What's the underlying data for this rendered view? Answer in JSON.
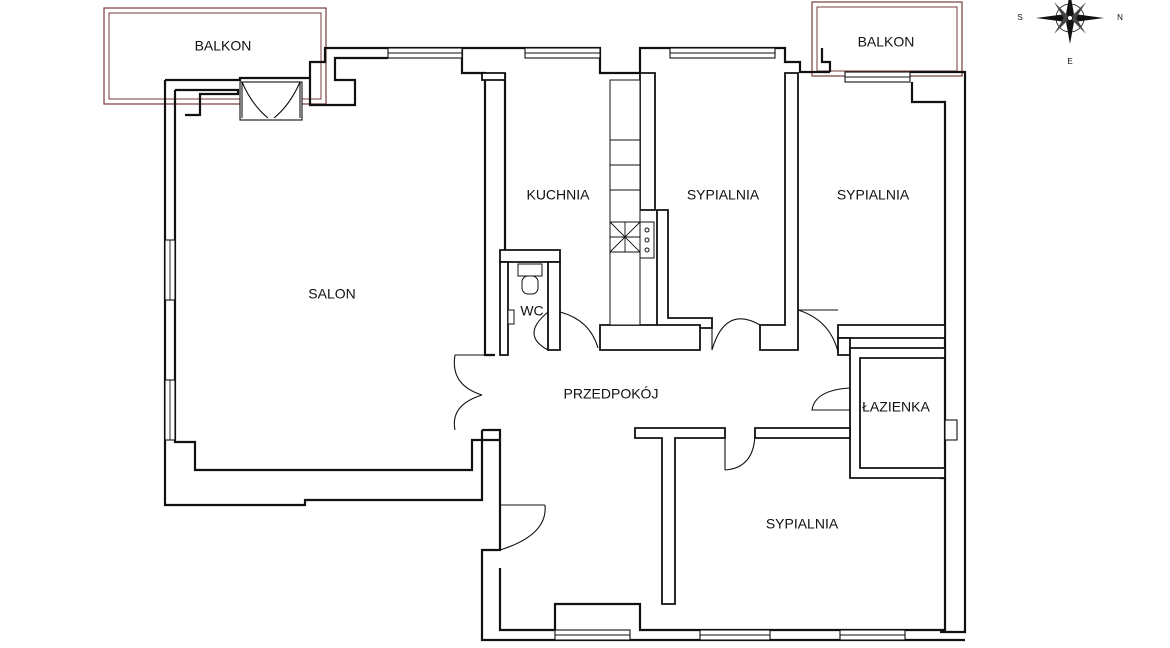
{
  "rooms": {
    "balkon_left": "BALKON",
    "balkon_right": "BALKON",
    "salon": "SALON",
    "kuchnia": "KUCHNIA",
    "wc": "WC",
    "sypialnia_1": "SYPIALNIA",
    "sypialnia_2": "SYPIALNIA",
    "sypialnia_3": "SYPIALNIA",
    "przedpokoj": "PRZEDPOKÓJ",
    "lazienka": "ŁAZIENKA"
  },
  "compass": {
    "north": "N",
    "south": "S",
    "east": "E"
  },
  "colors": {
    "walls": "#111111",
    "balcony_outline": "#7a3a3a",
    "background": "#ffffff"
  }
}
